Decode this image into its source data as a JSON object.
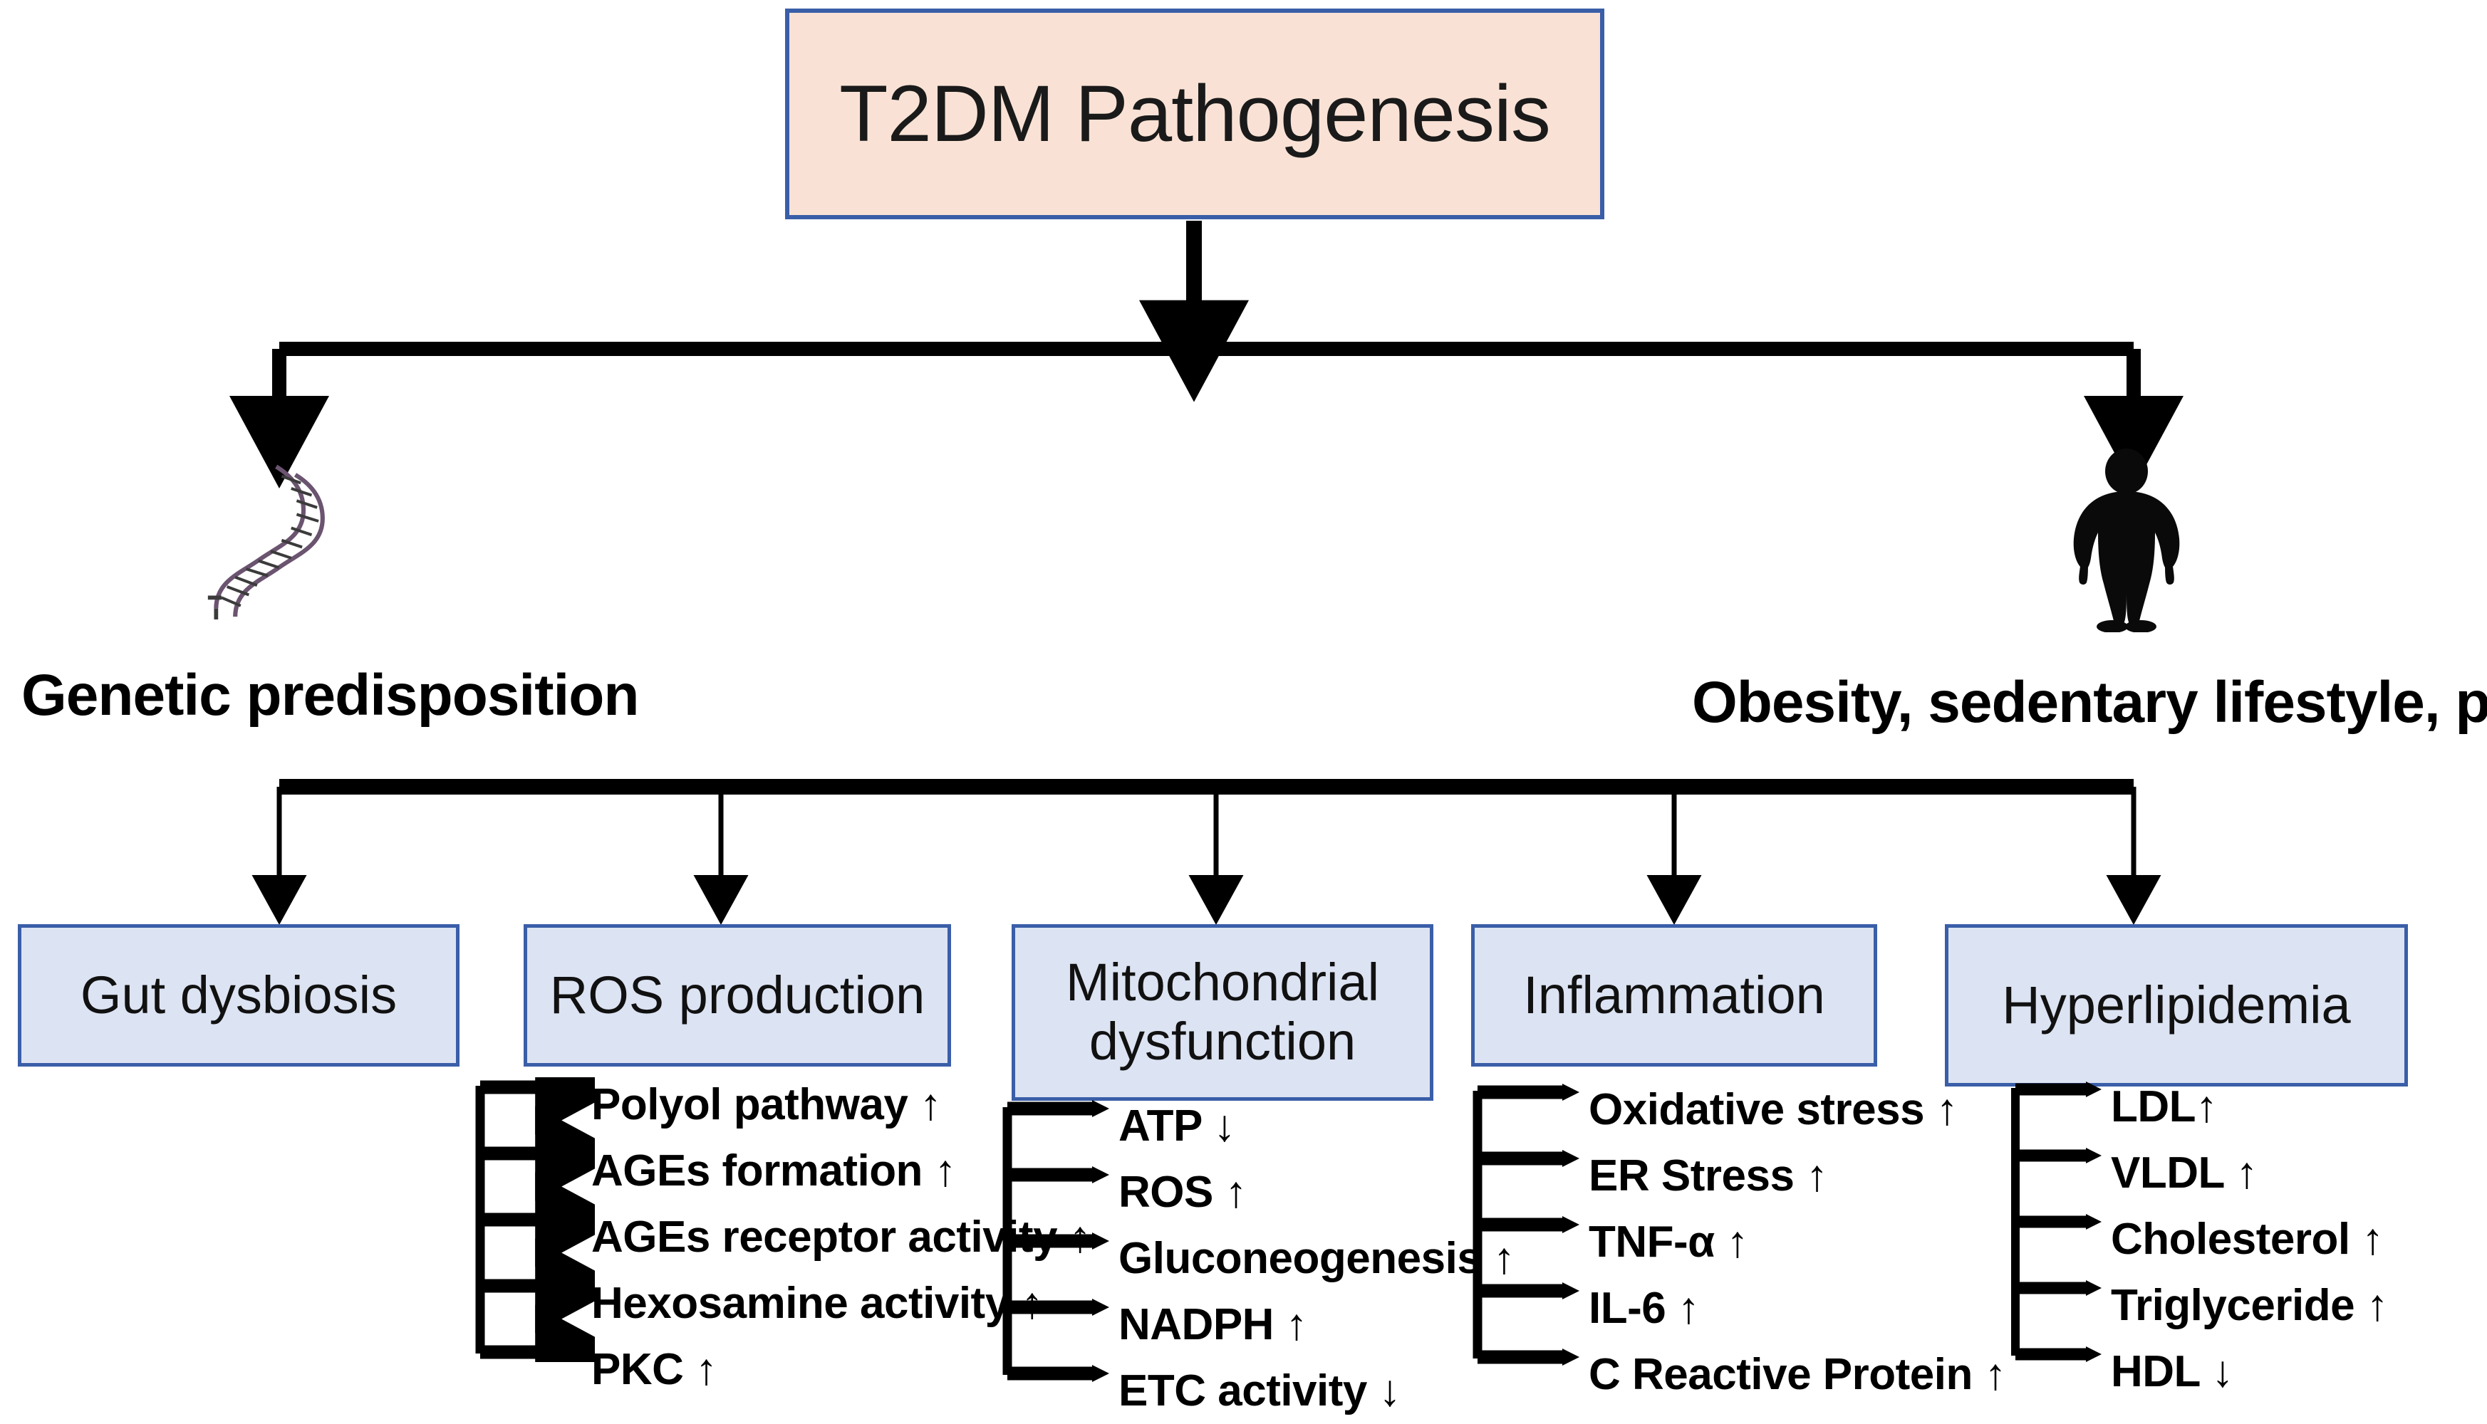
{
  "diagram": {
    "title_box": {
      "label": "T2DM Pathogenesis"
    },
    "branches": [
      {
        "icon": "dna-helix-icon",
        "label": "Genetic predisposition"
      },
      {
        "icon": "obese-person-icon",
        "label": "Obesity, sedentary lifestyle, poor diet"
      }
    ],
    "outcome_boxes": [
      {
        "label": "Gut dysbiosis"
      },
      {
        "label": "ROS production"
      },
      {
        "label": "Mitochondrial dysfunction"
      },
      {
        "label": "Inflammation"
      },
      {
        "label": "Hyperlipidemia"
      }
    ],
    "detail_lists": [
      {
        "parent": "ROS production",
        "items": [
          "Polyol pathway ↑",
          "AGEs formation ↑",
          "AGEs receptor activity ↑",
          "Hexosamine activity ↑",
          "PKC ↑"
        ]
      },
      {
        "parent": "Mitochondrial dysfunction",
        "items": [
          "ATP ↓",
          " ROS ↑",
          "Gluconeogenesis ↑",
          "NADPH ↑",
          "ETC activity ↓"
        ]
      },
      {
        "parent": "Inflammation",
        "items": [
          "Oxidative stress ↑",
          "ER Stress ↑",
          "TNF-α ↑",
          "IL-6 ↑",
          "C Reactive Protein ↑"
        ]
      },
      {
        "parent": "Hyperlipidemia",
        "items": [
          "LDL↑",
          "VLDL ↑",
          "Cholesterol ↑",
          "Triglyceride ↑",
          "HDL ↓"
        ]
      }
    ],
    "colors": {
      "title_fill": "#f9e2d5",
      "box_fill": "#dce3f2",
      "box_border": "#3a5ea8",
      "connector": "#000000",
      "text": "#111111"
    }
  }
}
